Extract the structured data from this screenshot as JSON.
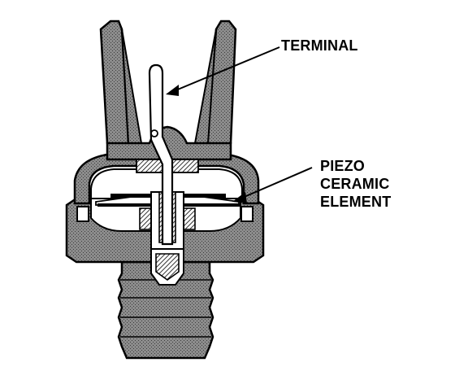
{
  "labels": {
    "terminal": "TERMINAL",
    "piezo_line1": "PIEZO",
    "piezo_line2": "CERAMIC",
    "piezo_line3": "ELEMENT"
  },
  "colors": {
    "ink": "#000000",
    "body_fill": "#7a7a7a",
    "paper": "#ffffff",
    "light_fill": "#c8c8c8"
  }
}
